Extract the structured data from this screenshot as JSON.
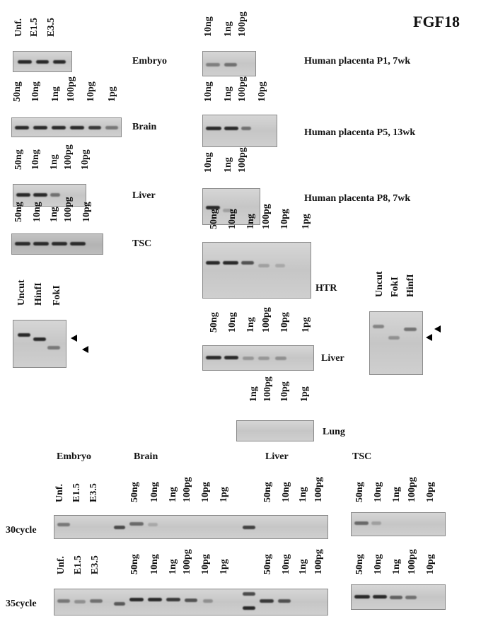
{
  "title": "FGF18",
  "cycles": {
    "c30": "30cycle",
    "c35": "35cycle"
  },
  "sections": {
    "embryo": "Embryo",
    "brain": "Brain",
    "liver": "Liver",
    "tsc": "TSC"
  },
  "top_left": [
    {
      "lanes": [
        "Unf.",
        "E1.5",
        "E3.5"
      ],
      "label": "Embryo"
    },
    {
      "lanes": [
        "50ng",
        "10ng",
        "1ng",
        "100pg",
        "10pg",
        "1pg"
      ],
      "label": "Brain"
    },
    {
      "lanes": [
        "50ng",
        "10ng",
        "1ng",
        "100pg",
        "10pg"
      ],
      "label": "Liver"
    },
    {
      "lanes": [
        "50ng",
        "10ng",
        "1ng",
        "100pg",
        "10pg"
      ],
      "label": "TSC"
    },
    {
      "lanes": [
        "Uncut",
        "HinfI",
        "FokI"
      ],
      "label": ""
    }
  ],
  "top_mid": [
    {
      "lanes": [
        "10ng",
        "1ng",
        "100pg"
      ],
      "label": "Human placenta P1, 7wk"
    },
    {
      "lanes": [
        "10ng",
        "1ng",
        "100pg",
        "10pg"
      ],
      "label": "Human placenta P5, 13wk"
    },
    {
      "lanes": [
        "10ng",
        "1ng",
        "100pg"
      ],
      "label": "Human placenta P8, 7wk"
    },
    {
      "lanes": [
        "50ng",
        "10ng",
        "1ng",
        "100pg",
        "10pg",
        "1pg"
      ],
      "label": "HTR"
    },
    {
      "lanes": [
        "50ng",
        "10ng",
        "1ng",
        "100pg",
        "10pg",
        "1pg"
      ],
      "label": "Liver"
    },
    {
      "lanes": [
        "1ng",
        "100pg",
        "10pg",
        "1pg"
      ],
      "label": "Lung"
    }
  ],
  "right_digest": {
    "lanes": [
      "Uncut",
      "FokI",
      "HinfI"
    ]
  },
  "bottom": {
    "embryo_lanes": [
      "Unf.",
      "E1.5",
      "E3.5"
    ],
    "brain_lanes": [
      "50ng",
      "10ng",
      "1ng",
      "100pg",
      "10pg",
      "1pg"
    ],
    "liver_lanes": [
      "50ng",
      "10ng",
      "1ng",
      "100pg"
    ],
    "tsc_lanes": [
      "50ng",
      "10ng",
      "1ng",
      "100pg",
      "10pg"
    ]
  }
}
